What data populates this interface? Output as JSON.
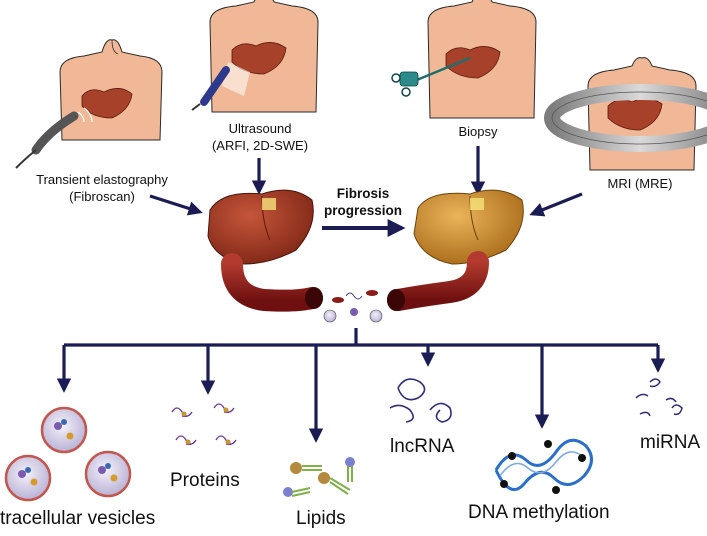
{
  "methods": {
    "transient": {
      "line1": "Transient elastography",
      "line2": "(Fibroscan)"
    },
    "ultrasound": {
      "line1": "Ultrasound",
      "line2": "(ARFI, 2D-SWE)"
    },
    "biopsy": {
      "line1": "Biopsy"
    },
    "mri": {
      "line1": "MRI (MRE)"
    }
  },
  "center": {
    "line1": "Fibrosis",
    "line2": "progression"
  },
  "biomarkers": {
    "vesicles": "tracellular vesicles",
    "proteins": "Proteins",
    "lipids": "Lipids",
    "lncrna": "lncRNA",
    "dna": "DNA methylation",
    "mirna": "miRNA"
  },
  "colors": {
    "arrow": "#1c1c55",
    "skin": "#f0b896",
    "liver_healthy": "#a8412a",
    "liver_fibrotic": "#d39a2c",
    "vessel": "#8b1a1a"
  }
}
